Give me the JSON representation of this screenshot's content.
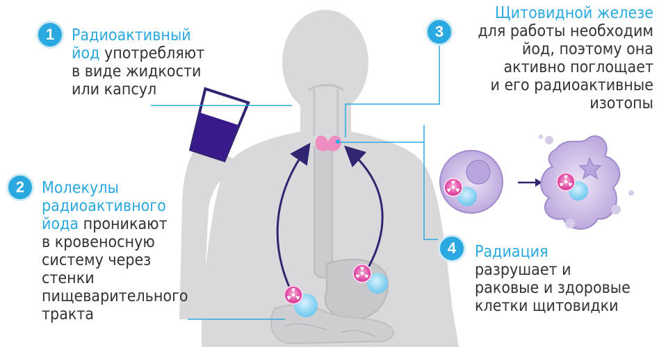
{
  "steps": [
    {
      "number": "1",
      "lines": [
        {
          "hl": "Радиоактивный",
          "rest": ""
        },
        {
          "hl": "йод",
          "rest": " употребляют"
        },
        {
          "hl": "",
          "rest": "в виде жидкости"
        },
        {
          "hl": "",
          "rest": "или капсул"
        }
      ]
    },
    {
      "number": "2",
      "lines": [
        {
          "hl": "Молекулы",
          "rest": ""
        },
        {
          "hl": "радиоактивного",
          "rest": ""
        },
        {
          "hl": "йода",
          "rest": " проникают"
        },
        {
          "hl": "",
          "rest": "в кровеносную"
        },
        {
          "hl": "",
          "rest": "систему через"
        },
        {
          "hl": "",
          "rest": "стенки"
        },
        {
          "hl": "",
          "rest": "пищеварительного"
        },
        {
          "hl": "",
          "rest": "тракта"
        }
      ]
    },
    {
      "number": "3",
      "lines": [
        {
          "hl": "Щитовидной железе",
          "rest": ""
        },
        {
          "hl": "",
          "rest": "для работы необходим"
        },
        {
          "hl": "",
          "rest": "йод, поэтому она"
        },
        {
          "hl": "",
          "rest": "активно поглощает"
        },
        {
          "hl": "",
          "rest": "и его радиоактивные"
        },
        {
          "hl": "",
          "rest": "изотопы"
        }
      ]
    },
    {
      "number": "4",
      "lines": [
        {
          "hl": "Радиация",
          "rest": ""
        },
        {
          "hl": "",
          "rest": "разрушает и"
        },
        {
          "hl": "",
          "rest": "раковые и здоровые"
        },
        {
          "hl": "",
          "rest": "клетки щитовидки"
        }
      ]
    }
  ],
  "colors": {
    "accent": "#29a9df",
    "body_silhouette": "#d9d9db",
    "liquid": "#3a1a8a",
    "arrow": "#2e2670",
    "isotope_pink": "#e0379a",
    "isotope_blue": "#7fd0f2",
    "cell_purple": "#c9b8e3",
    "thyroid": "#f08cc0"
  },
  "icons": [
    "radiation-icon",
    "cup-icon",
    "cell-icon",
    "arrow-icon"
  ]
}
